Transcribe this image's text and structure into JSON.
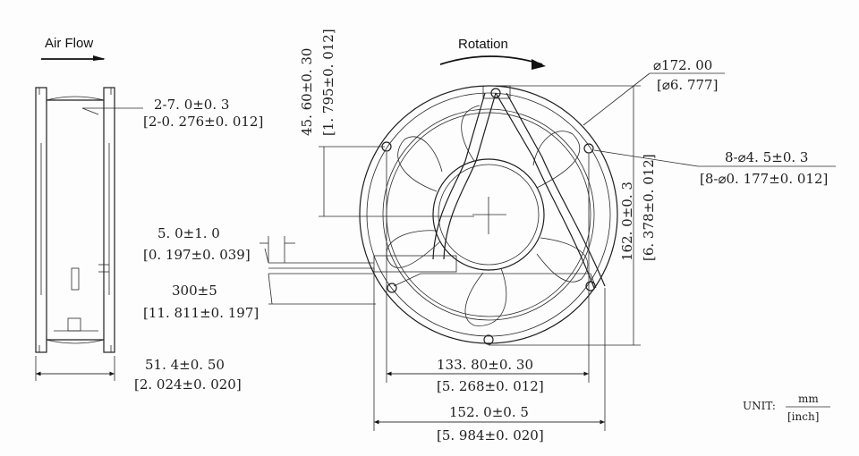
{
  "labels": {
    "air_flow": "Air Flow",
    "rotation": "Rotation"
  },
  "dimensions": {
    "diameter": {
      "mm": "⌀172. 00",
      "inch": "[⌀6. 777]"
    },
    "holes": {
      "mm": "8-⌀4. 5±0. 3",
      "inch": "[8-⌀0. 177±0. 012]"
    },
    "height_offset": {
      "mm": "45. 60±0. 30",
      "inch": "[1. 795±0. 012]"
    },
    "frame_tab": {
      "mm": "2-7. 0±0. 3",
      "inch": "[2-0. 276±0. 012]"
    },
    "wire_gap": {
      "mm": "5. 0±1. 0",
      "inch": "[0. 197±0. 039]"
    },
    "wire_length": {
      "mm": "300±5",
      "inch": "[11. 811±0. 197]"
    },
    "depth": {
      "mm": "51. 4±0. 50",
      "inch": "[2. 024±0. 020]"
    },
    "vertical_span": {
      "mm": "162. 0±0. 3",
      "inch": "[6. 378±0. 012]"
    },
    "hole_span": {
      "mm": "133. 80±0. 30",
      "inch": "[5. 268±0. 012]"
    },
    "width": {
      "mm": "152. 0±0. 5",
      "inch": "[5. 984±0. 020]"
    }
  },
  "unit": {
    "prefix": "UNIT:",
    "numerator": "mm",
    "denominator": "[inch]"
  }
}
